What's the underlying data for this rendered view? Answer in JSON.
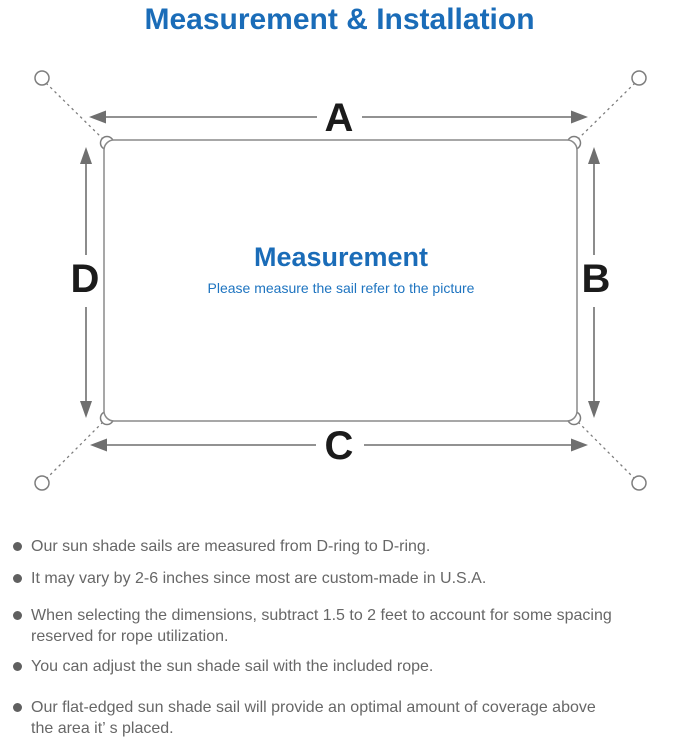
{
  "title": "Measurement & Installation",
  "colors": {
    "accent_blue": "#1a6cb8",
    "line_gray": "#7d7d7d",
    "arrow_gray": "#6f6f6f",
    "label_dark": "#1b1b1b",
    "note_gray": "#676767"
  },
  "diagram": {
    "labels": {
      "top": "A",
      "right": "B",
      "bottom": "C",
      "left": "D"
    },
    "center": {
      "heading": "Measurement",
      "subheading": "Please measure the sail refer to the picture"
    }
  },
  "notes": [
    {
      "lines": [
        "Our sun shade sails are measured from D-ring to D-ring."
      ]
    },
    {
      "lines": [
        "It may vary by 2-6 inches since most are custom-made in U.S.A."
      ]
    },
    {
      "lines": [
        "When selecting the dimensions, subtract 1.5 to 2 feet to account for some spacing",
        "reserved for rope utilization."
      ]
    },
    {
      "lines": [
        "You can adjust the sun shade sail with the included rope."
      ]
    },
    {
      "lines": [
        "Our flat-edged sun shade sail will provide an optimal amount of coverage above",
        "the area it’ s placed."
      ]
    }
  ]
}
